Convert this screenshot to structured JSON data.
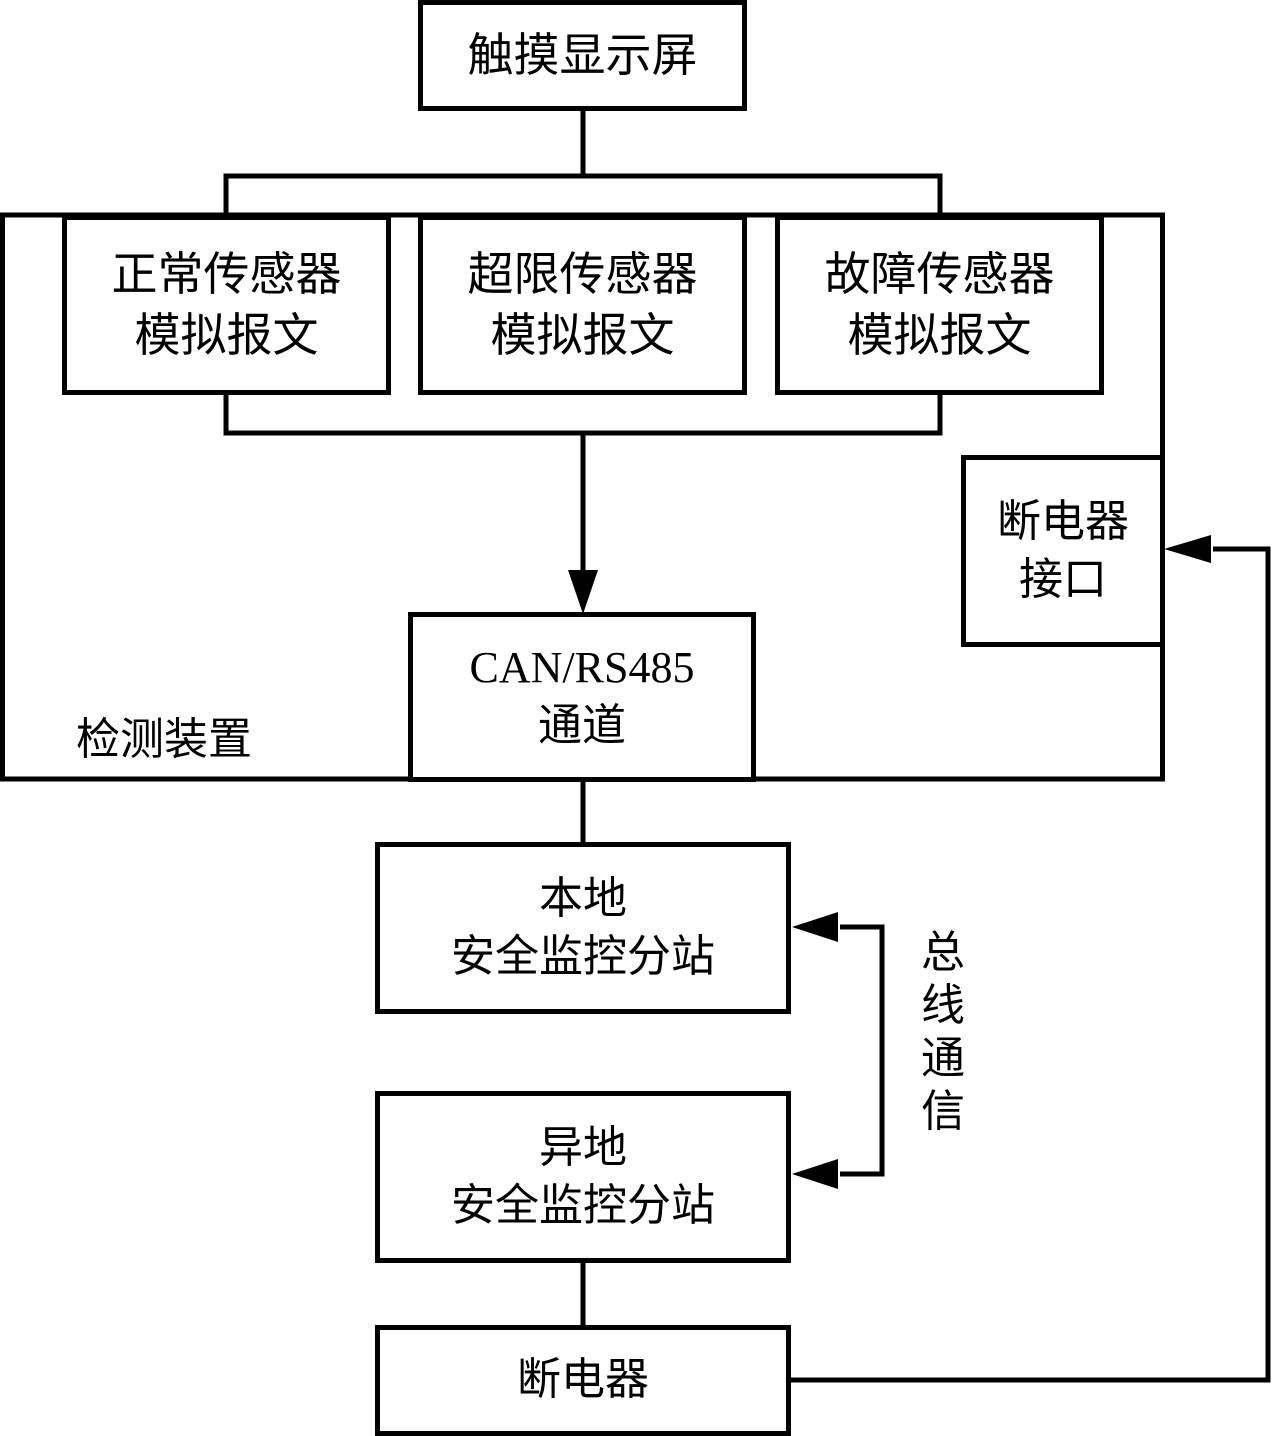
{
  "diagram": {
    "touch_screen": "触摸显示屏",
    "detector_label": "检测装置",
    "normal_sensor": {
      "line1": "正常传感器",
      "line2": "模拟报文"
    },
    "overlimit_sensor": {
      "line1": "超限传感器",
      "line2": "模拟报文"
    },
    "fault_sensor": {
      "line1": "故障传感器",
      "line2": "模拟报文"
    },
    "breaker_interface": {
      "line1": "断电器",
      "line2": "接口"
    },
    "channel": {
      "line1": "CAN/RS485",
      "line2": "通道"
    },
    "local_station": {
      "line1": "本地",
      "line2": "安全监控分站"
    },
    "remote_station": {
      "line1": "异地",
      "line2": "安全监控分站"
    },
    "breaker": "断电器",
    "bus_label": [
      "总",
      "线",
      "通",
      "信"
    ],
    "colors": {
      "stroke": "#000000",
      "background": "#ffffff"
    }
  }
}
